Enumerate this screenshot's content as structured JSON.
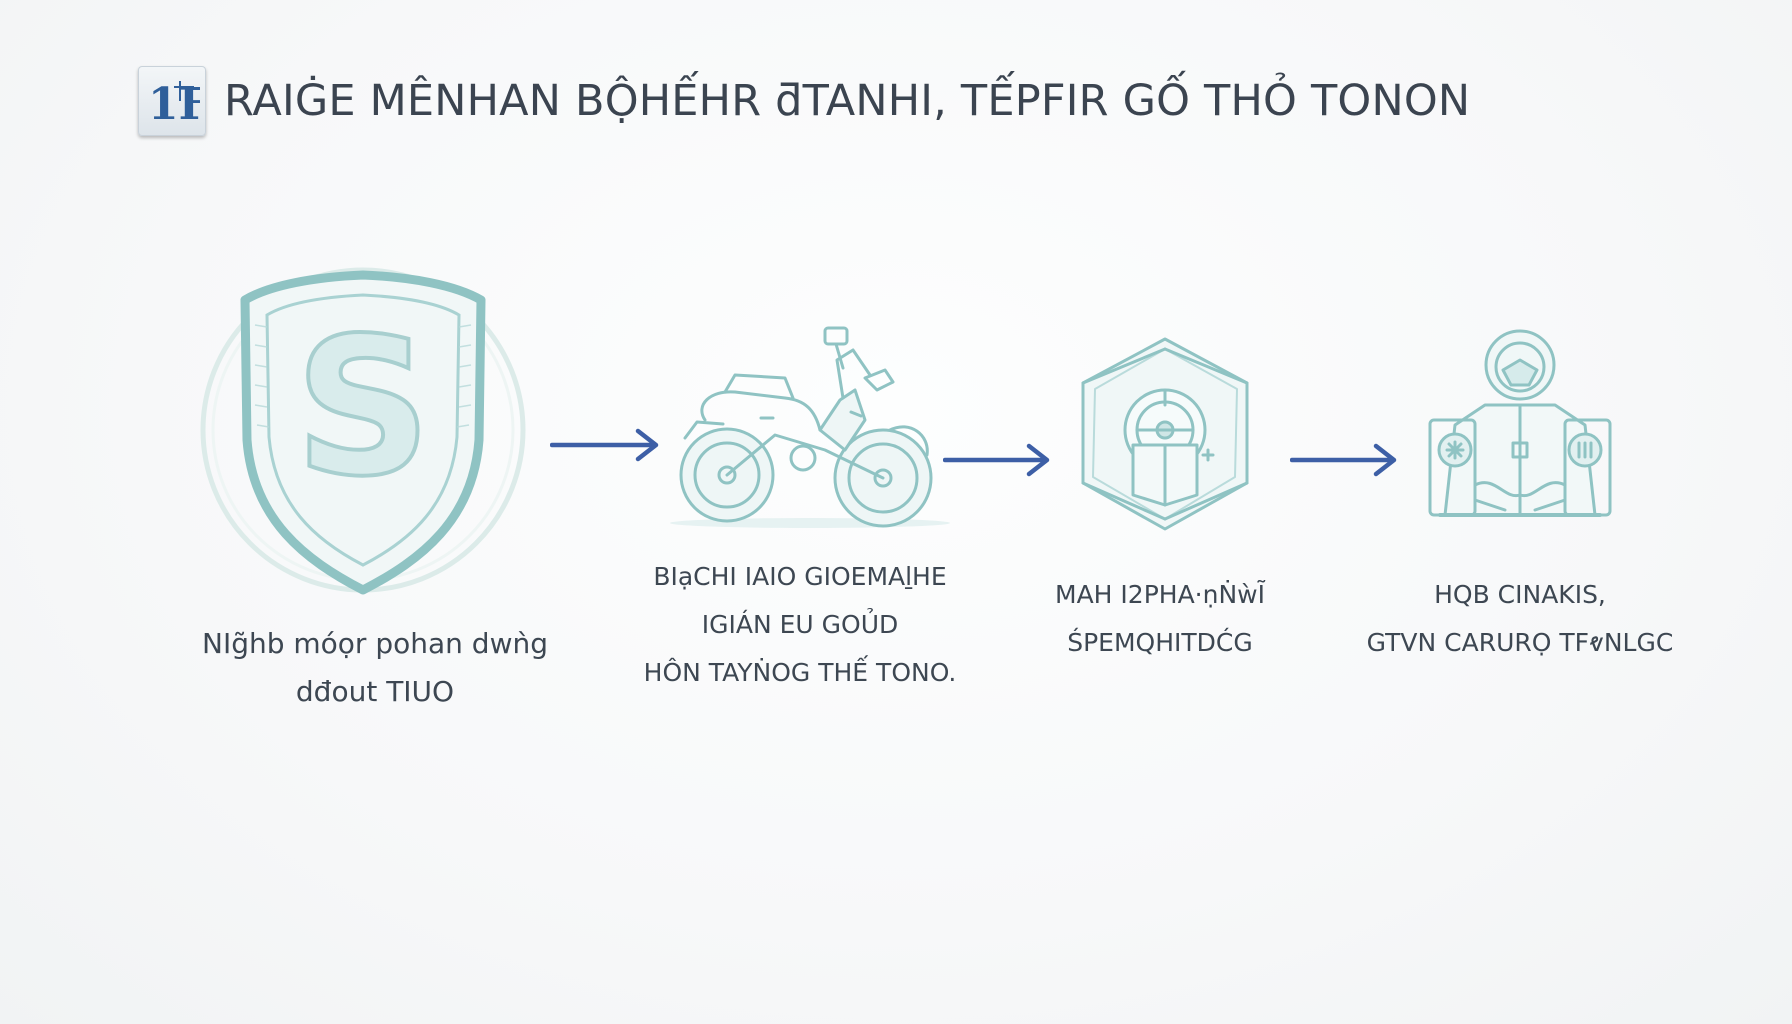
{
  "header": {
    "title": "RAIĠE MÊNHAN BỘHẾHR ƌTANHI, TẾPFIR GỐ THỎ TONON",
    "logo_text": "1F"
  },
  "steps": [
    {
      "icon": "shield-icon",
      "glyph": "S",
      "caption_lines": [
        "NIg̃hb móọr pohan dwǹg",
        "dđout TIUO"
      ]
    },
    {
      "icon": "motorcycle-icon",
      "caption_lines": [
        "BIạCHI IAIO GIOEMAḻHE",
        "IGIÁN EU GOỦD",
        "HÔN TAYṄOG THẾ TONO."
      ]
    },
    {
      "icon": "cube-lock-icon",
      "caption_lines": [
        "MAH I2PHA·ṇṄẁĨ",
        "ŚPEMQHITDĆG"
      ]
    },
    {
      "icon": "robot-suit-icon",
      "caption_lines": [
        "HQB CINAKIS,",
        "GTVN CARURỌ TFⱴNLGC"
      ]
    }
  ],
  "colors": {
    "accent_arrow": "#3d5fa6",
    "icon_stroke": "#8fc3c3",
    "icon_fill": "#e6f2f2",
    "text": "#3d4752",
    "title": "#3b4450"
  }
}
